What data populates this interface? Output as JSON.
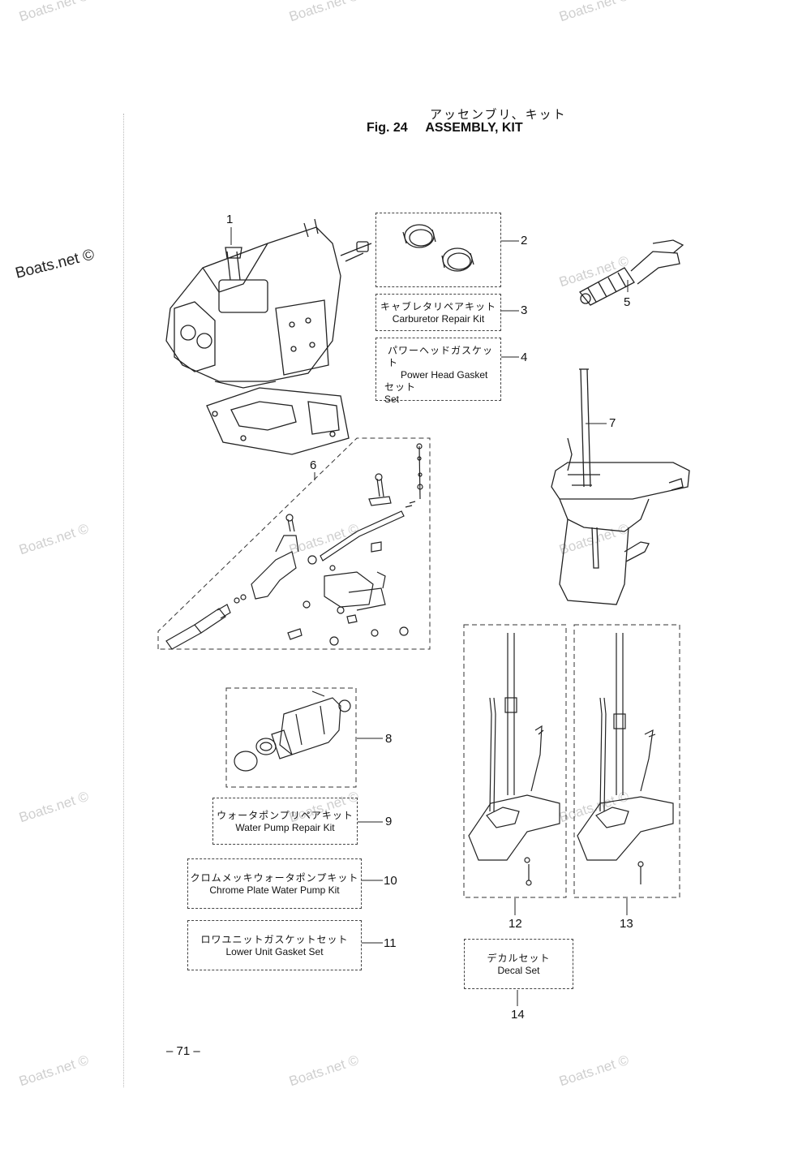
{
  "title": {
    "jp": "アッセンブリ、キット",
    "figure": "Fig. 24     ASSEMBLY, KIT"
  },
  "watermark": "Boats.net ©",
  "parts": [
    {
      "no": "1",
      "name": ""
    },
    {
      "no": "2",
      "name": ""
    },
    {
      "no": "3",
      "jp": "キャブレタリペアキット",
      "en": "Carburetor Repair Kit"
    },
    {
      "no": "4",
      "jp": "パワーヘッドガスケット",
      "en": "Power Head Gasket",
      "jp2": "セット",
      "en2": "Set"
    },
    {
      "no": "5",
      "name": ""
    },
    {
      "no": "6",
      "name": ""
    },
    {
      "no": "7",
      "name": ""
    },
    {
      "no": "8",
      "name": ""
    },
    {
      "no": "9",
      "jp": "ウォータポンプリペアキット",
      "en": "Water Pump Repair Kit"
    },
    {
      "no": "10",
      "jp": "クロムメッキウォータポンプキット",
      "en": "Chrome Plate Water Pump Kit"
    },
    {
      "no": "11",
      "jp": "ロワユニットガスケットセット",
      "en": "Lower Unit Gasket Set"
    },
    {
      "no": "12",
      "name": ""
    },
    {
      "no": "13",
      "name": ""
    },
    {
      "no": "14",
      "jp": "デカルセット",
      "en": "Decal Set"
    }
  ],
  "page_number": "– 71 –"
}
